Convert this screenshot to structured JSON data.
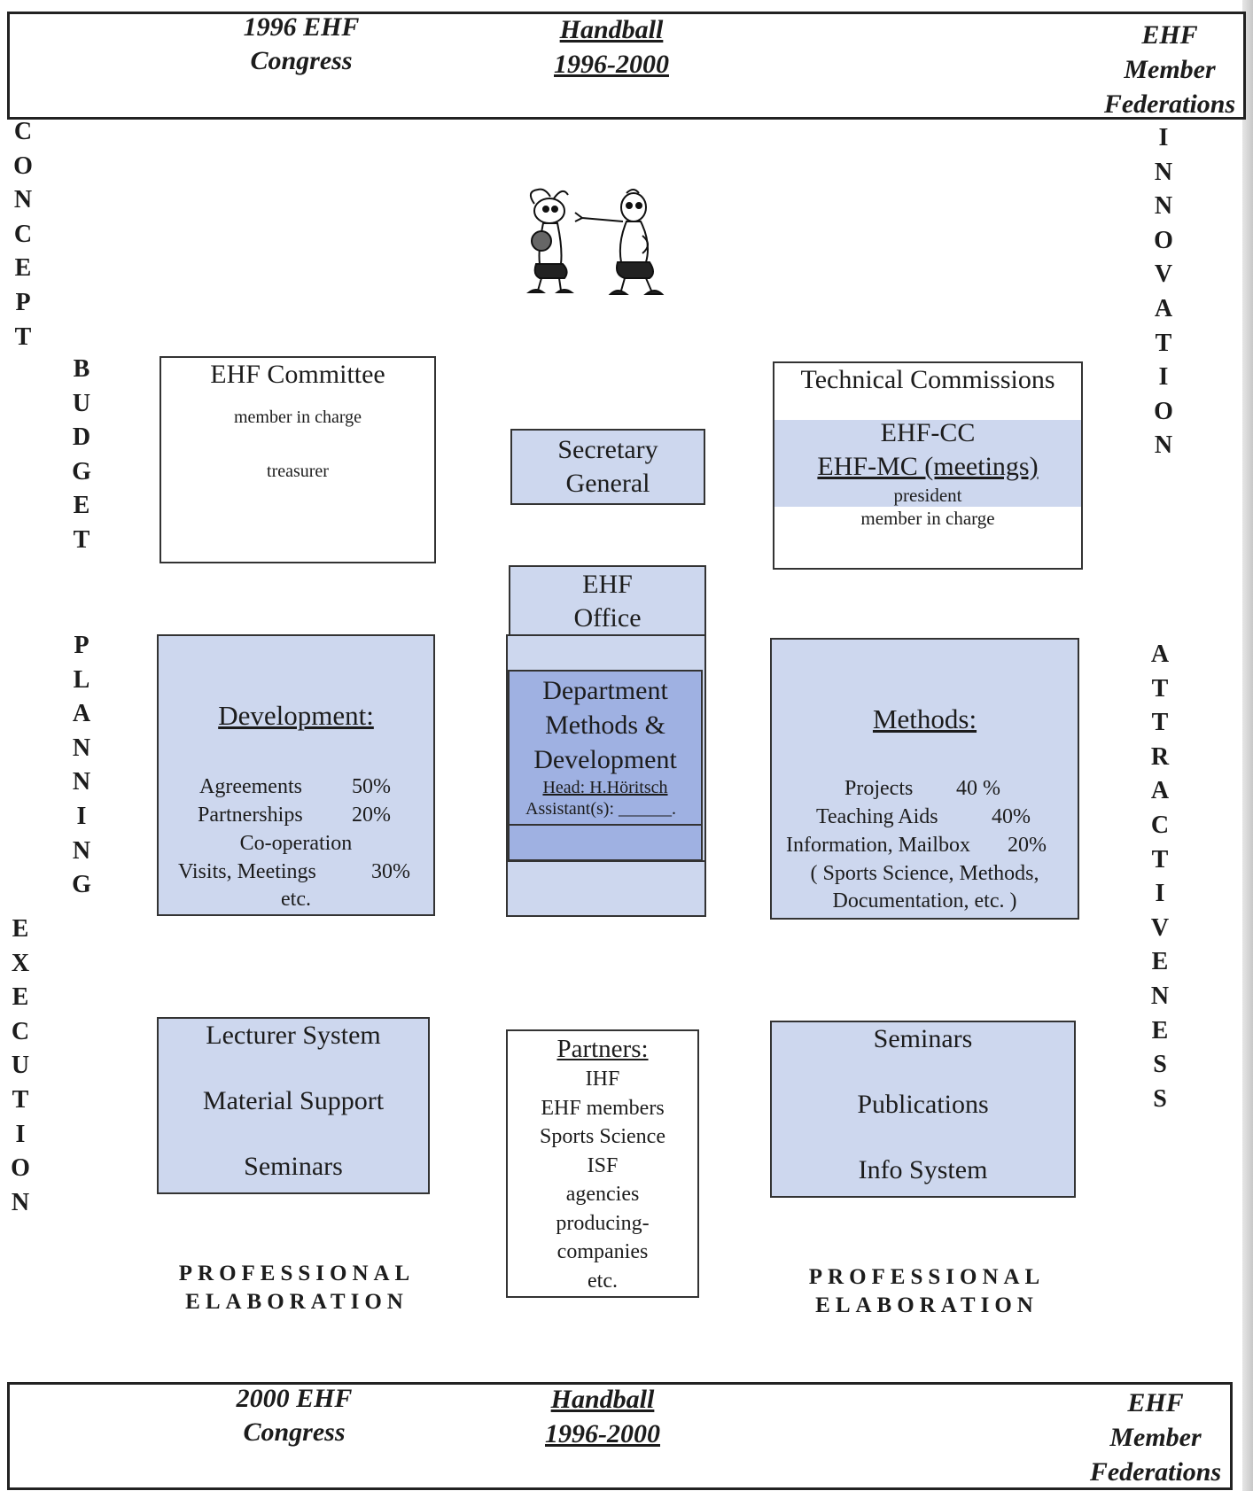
{
  "header": {
    "left_line1": "1996 EHF",
    "left_line2": "Congress",
    "center_line1": "Handball",
    "center_line2": "1996-2000",
    "right_line1": "EHF",
    "right_line2": "Member",
    "right_line3": "Federations"
  },
  "footer": {
    "left_line1": "2000 EHF",
    "left_line2": "Congress",
    "center_line1": "Handball",
    "center_line2": "1996-2000",
    "right_line1": "EHF",
    "right_line2": "Member",
    "right_line3": "Federations"
  },
  "side_words": {
    "concept": "CONCEPT",
    "budget": "BUDGET",
    "planning": "PLANNING",
    "execution": "EXECUTION",
    "innovation": "INNOVATION",
    "attractiveness": "ATTRACTIVENESS"
  },
  "committee": {
    "title": "EHF Committee",
    "line1": "member in charge",
    "line2": "treasurer"
  },
  "secretary": {
    "line1": "Secretary",
    "line2": "General"
  },
  "technical": {
    "title": "Technical Commissions",
    "line1": "EHF-CC",
    "line2": "EHF-MC (meetings)",
    "line3": "president",
    "line4": "member in charge"
  },
  "office": {
    "line1": "EHF",
    "line2": "Office"
  },
  "department": {
    "line1": "Department",
    "line2": "Methods &",
    "line3": "Development",
    "head": "Head: H.Höritsch",
    "assistant": "Assistant(s): ______."
  },
  "development": {
    "title": "Development:",
    "rows": [
      {
        "label": "Agreements",
        "value": "50%"
      },
      {
        "label": "Partnerships",
        "value": "20%"
      }
    ],
    "line3": "Co-operation",
    "row4_label": "Visits, Meetings",
    "row4_value": "30%",
    "line5": "etc."
  },
  "methods": {
    "title": "Methods:",
    "rows": [
      {
        "label": "Projects",
        "value": "40 %"
      },
      {
        "label": "Teaching Aids",
        "value": "40%"
      },
      {
        "label": "Information, Mailbox",
        "value": "20%"
      }
    ],
    "line4": "( Sports Science, Methods,",
    "line5": "Documentation, etc. )"
  },
  "left_exec": {
    "line1": "Lecturer System",
    "line2": "Material Support",
    "line3": "Seminars"
  },
  "partners": {
    "title": "Partners:",
    "items": [
      "IHF",
      "EHF members",
      "Sports Science",
      "ISF",
      "agencies",
      "producing-",
      "companies",
      "etc."
    ]
  },
  "right_exec": {
    "line1": "Seminars",
    "line2": "Publications",
    "line3": "Info System"
  },
  "caption_left": {
    "line1": "PROFESSIONAL",
    "line2": "ELABORATION"
  },
  "caption_right": {
    "line1": "PROFESSIONAL",
    "line2": "ELABORATION"
  },
  "colors": {
    "box_blue": "#cdd7ee",
    "dept_blue": "#9fb1e2",
    "border": "#333333"
  }
}
